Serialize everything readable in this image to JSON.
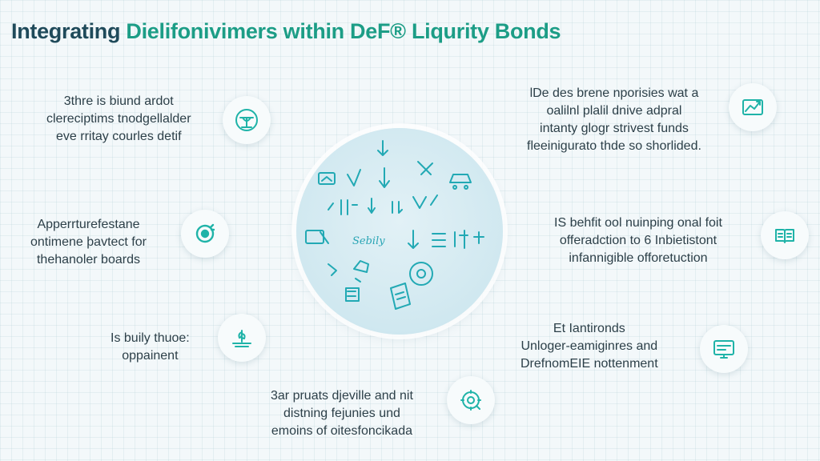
{
  "title": {
    "part1": "Integrating ",
    "part2": "Dielifonivimers within DeF® Liqurity Bonds"
  },
  "center": {
    "label": "Sebily"
  },
  "left": [
    {
      "lines": [
        "3thre is biund ardot",
        "clereciptims tnodgellalder",
        "eve rritay courles detif"
      ],
      "icon": "scale-icon"
    },
    {
      "lines": [
        "Apperrturefestane",
        "ontimene þavtect for",
        "thehanoler boards"
      ],
      "icon": "cycle-icon"
    },
    {
      "lines": [
        "Is buily thuoe:",
        "oppainent"
      ],
      "icon": "plant-icon"
    }
  ],
  "bottom": {
    "lines": [
      "3ar pruats djeville and nit",
      "distning fejunies und",
      "emoins of oitesfoncikada"
    ],
    "icon": "gear-chat-icon"
  },
  "right": [
    {
      "lines": [
        "lDe des brene nporisies wat a",
        "oalilnl plalil dnive adpral",
        "intanty glogr strivest funds",
        "fleeinigurato thde so shorlided."
      ],
      "icon": "chart-icon"
    },
    {
      "lines": [
        "IS behfit ool nuinping onal foit",
        "offeradction to 6 Inbietistont",
        "infannigible offoretuction"
      ],
      "icon": "book-icon"
    },
    {
      "lines": [
        "Et Iantironds",
        "Unloger-eamiginres and",
        "DrefnomEIE nottenment"
      ],
      "icon": "monitor-icon"
    }
  ],
  "colors": {
    "accent": "#1fb3a8",
    "title_dark": "#1f4a5a",
    "title_teal": "#1c9d86",
    "text": "#2c3f48",
    "hub": "#d0e8f0"
  }
}
